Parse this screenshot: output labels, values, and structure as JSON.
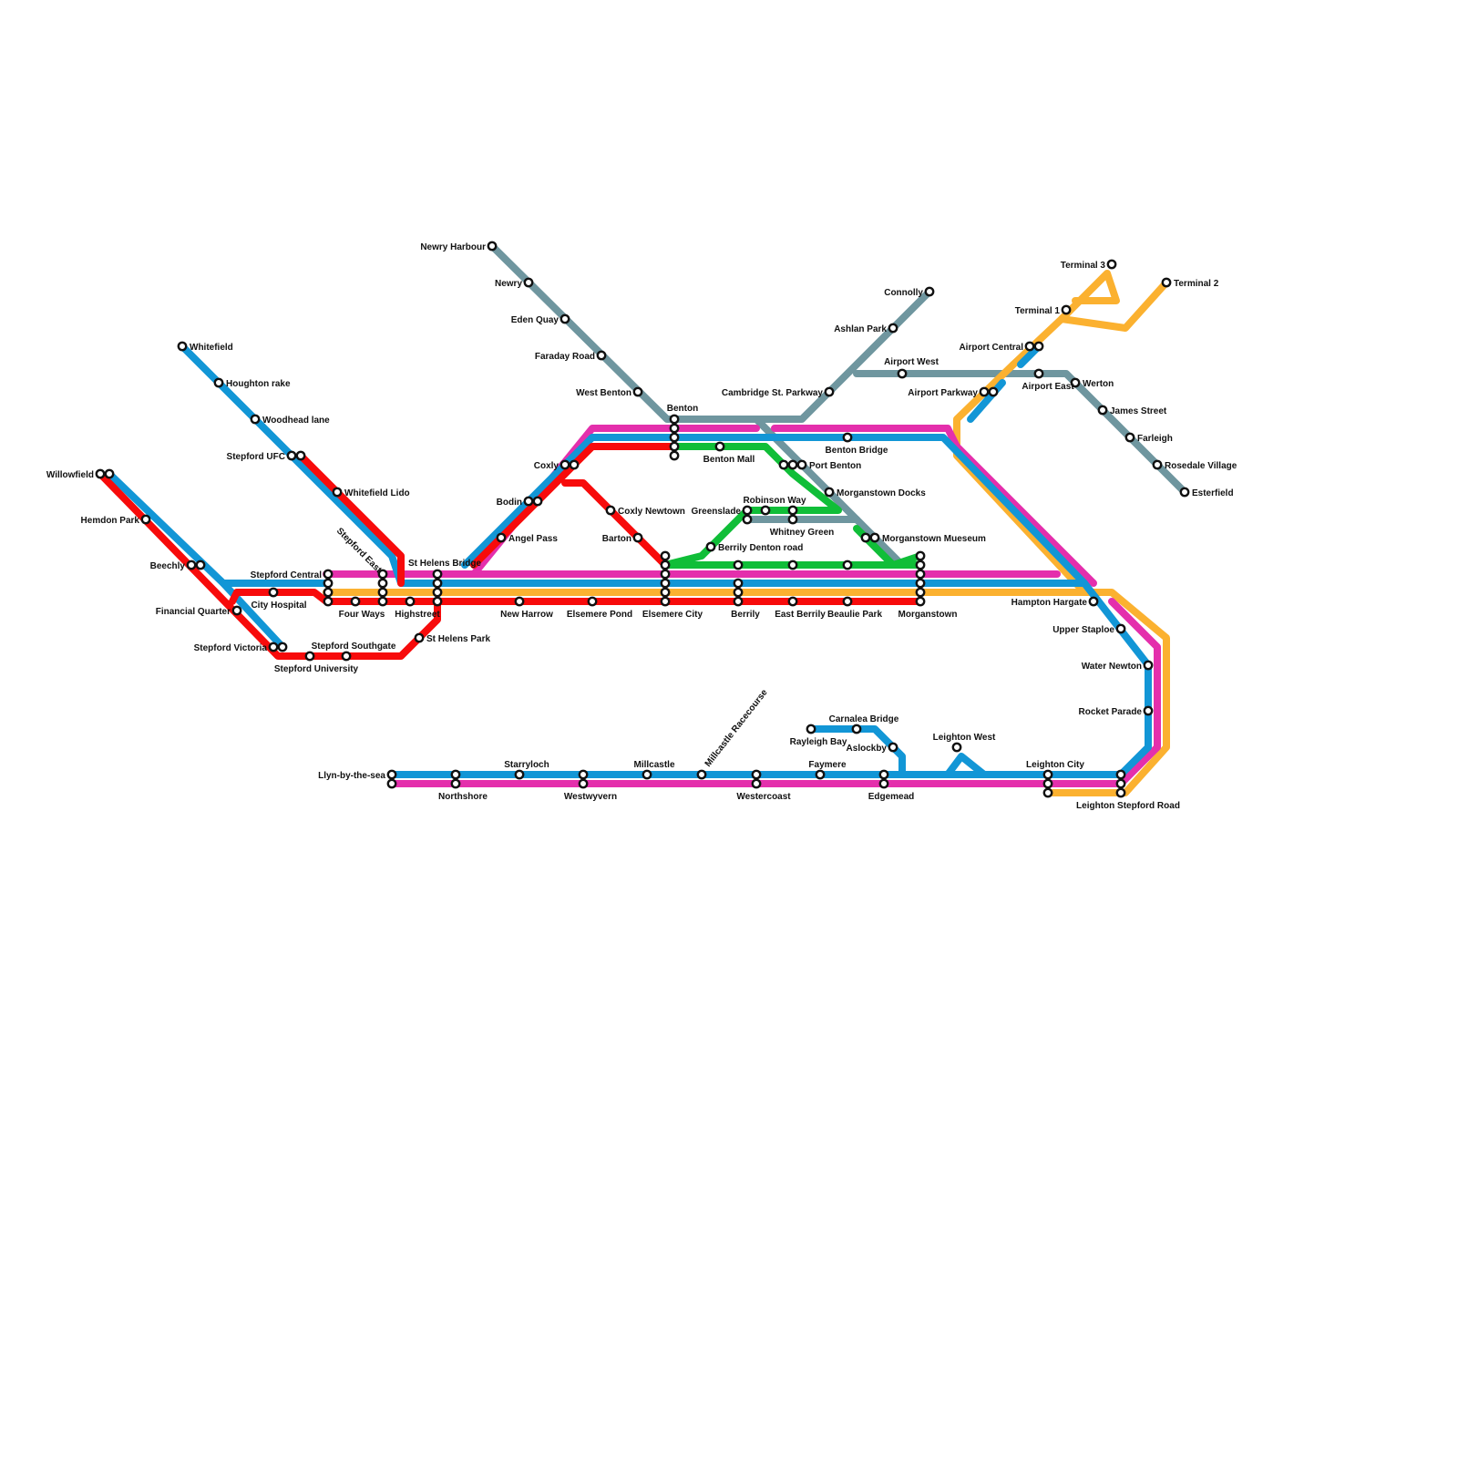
{
  "lines": [
    {
      "id": "grey",
      "color": "#6f969f"
    },
    {
      "id": "orange",
      "color": "#fbb130"
    },
    {
      "id": "pink",
      "color": "#e42fac"
    },
    {
      "id": "blue",
      "color": "#1296d6"
    },
    {
      "id": "green",
      "color": "#10be38"
    },
    {
      "id": "red",
      "color": "#f70b0b"
    }
  ],
  "stations": {
    "newry_harbour": "Newry Harbour",
    "newry": "Newry",
    "eden_quay": "Eden Quay",
    "faraday_road": "Faraday Road",
    "west_benton": "West Benton",
    "benton": "Benton",
    "benton_mall": "Benton Mall",
    "coxly": "Coxly",
    "bodin": "Bodin",
    "angel_pass": "Angel Pass",
    "coxly_newtown": "Coxly Newtown",
    "barton": "Barton",
    "greenslade": "Greenslade",
    "robinson_way": "Robinson Way",
    "whitney_green": "Whitney Green",
    "berrily_denton_road": "Berrily Denton road",
    "port_benton": "Port Benton",
    "morganstown_docks": "Morganstown Docks",
    "morganstown_mueseum": "Morganstown Mueseum",
    "benton_bridge": "Benton Bridge",
    "cambridge_st_parkway": "Cambridge St. Parkway",
    "ashlan_park": "Ashlan Park",
    "connolly": "Connolly",
    "airport_west": "Airport West",
    "airport_east": "Airport East",
    "airport_parkway": "Airport Parkway",
    "airport_central": "Airport Central",
    "terminal_1": "Terminal 1",
    "terminal_2": "Terminal 2",
    "terminal_3": "Terminal 3",
    "werton": "Werton",
    "james_street": "James Street",
    "farleigh": "Farleigh",
    "rosedale_village": "Rosedale Village",
    "esterfield": "Esterfield",
    "whitefield": "Whitefield",
    "houghton_rake": "Houghton rake",
    "woodhead_lane": "Woodhead lane",
    "stepford_ufc": "Stepford UFC",
    "whitefield_lido": "Whitefield Lido",
    "stepford_east": "Stepford East",
    "willowfield": "Willowfield",
    "hemdon_park": "Hemdon Park",
    "beechly": "Beechly",
    "financial_quarter": "Financial Quarter",
    "stepford_victoria": "Stepford Victoria",
    "stepford_southgate": "Stepford Southgate",
    "stepford_university": "Stepford University",
    "stepford_central": "Stepford Central",
    "city_hospital": "City Hospital",
    "four_ways": "Four Ways",
    "highstreet": "Highstreet",
    "st_helens_bridge": "St Helens Bridge",
    "st_helens_park": "St Helens Park",
    "new_harrow": "New Harrow",
    "elsemere_pond": "Elsemere Pond",
    "elsemere_city": "Elsemere City",
    "berrily": "Berrily",
    "east_berrily": "East Berrily",
    "beaulie_park": "Beaulie Park",
    "morganstown": "Morganstown",
    "hampton_hargate": "Hampton Hargate",
    "upper_staploe": "Upper Staploe",
    "water_newton": "Water Newton",
    "rocket_parade": "Rocket Parade",
    "leighton_stepford_road": "Leighton Stepford Road",
    "leighton_city": "Leighton City",
    "leighton_west": "Leighton West",
    "edgemead": "Edgemead",
    "aslockby": "Aslockby",
    "carnalea_bridge": "Carnalea Bridge",
    "rayleigh_bay": "Rayleigh Bay",
    "faymere": "Faymere",
    "westercoast": "Westercoast",
    "millcastle_racecourse": "Millcastle Racecourse",
    "millcastle": "Millcastle",
    "westwyvern": "Westwyvern",
    "starryloch": "Starryloch",
    "northshore": "Northshore",
    "llyn_by_the_sea": "Llyn-by-the-sea"
  }
}
